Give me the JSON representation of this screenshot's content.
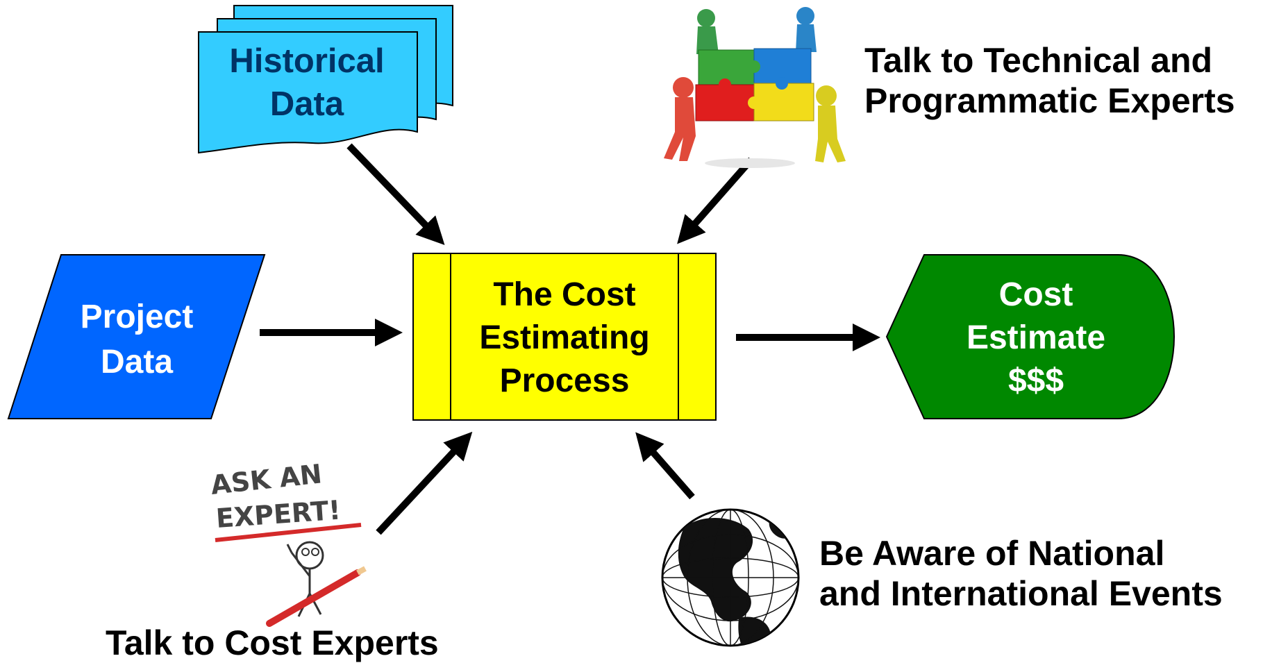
{
  "nodes": {
    "historical_data": {
      "line1": "Historical",
      "line2": "Data"
    },
    "project_data": {
      "line1": "Project",
      "line2": "Data"
    },
    "process": {
      "line1": "The Cost",
      "line2": "Estimating",
      "line3": "Process"
    },
    "estimate": {
      "line1": "Cost",
      "line2": "Estimate",
      "line3": "$$$"
    }
  },
  "captions": {
    "tech_experts": {
      "line1": "Talk to Technical and",
      "line2": "Programmatic Experts"
    },
    "cost_experts": {
      "line1": "Talk to Cost Experts"
    },
    "events": {
      "line1": "Be Aware of National",
      "line2": "and International Events"
    }
  },
  "illustrations": {
    "ask_expert_sign": {
      "line1": "ASK AN",
      "line2": "EXPERT!"
    }
  },
  "icons": [
    "puzzle-team-icon",
    "ask-expert-icon",
    "globe-icon"
  ],
  "colors": {
    "documents": "#33CCFF",
    "project_data": "#0066FF",
    "process": "#FFFF00",
    "estimate": "#008800",
    "arrow": "#000000"
  }
}
